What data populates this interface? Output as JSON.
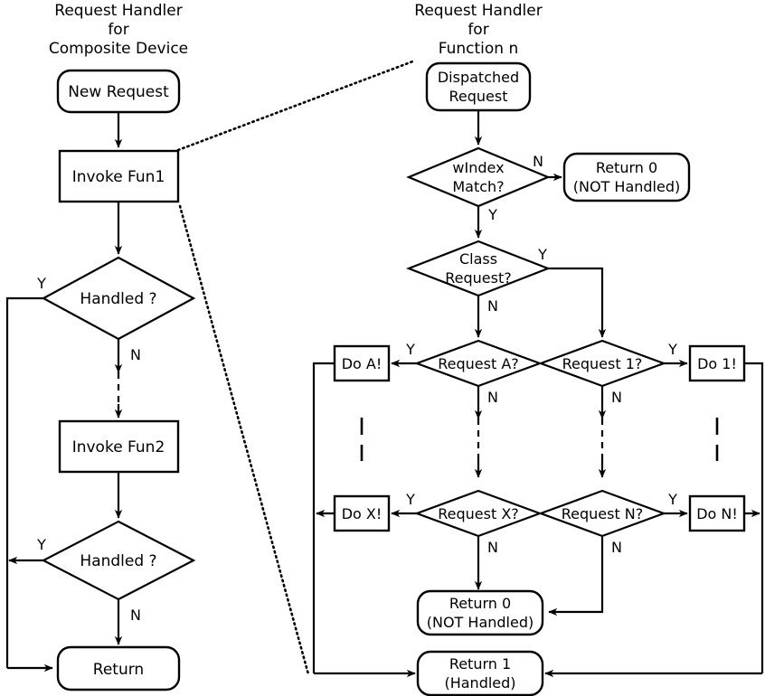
{
  "diagram": {
    "title_left": [
      "Request Handler",
      "for",
      "Composite Device"
    ],
    "title_right": [
      "Request Handler",
      "for",
      "Function n"
    ],
    "left_column": {
      "new_request": "New Request",
      "invoke_fun1": "Invoke Fun1",
      "handled_1": "Handled ?",
      "invoke_fun2": "Invoke Fun2",
      "handled_2": "Handled ?",
      "return": "Return",
      "labels": {
        "y1": "Y",
        "n1": "N",
        "y2": "Y",
        "n2": "N"
      }
    },
    "right_column": {
      "dispatched_request": [
        "Dispatched",
        "Request"
      ],
      "windex_match": [
        "wIndex",
        "Match?"
      ],
      "return0_top": [
        "Return 0",
        "(NOT Handled)"
      ],
      "class_request": [
        "Class",
        "Request?"
      ],
      "request_a": "Request A?",
      "request_1": "Request 1?",
      "request_x": "Request X?",
      "request_n": "Request N?",
      "do_a": "Do A!",
      "do_1": "Do 1!",
      "do_x": "Do X!",
      "do_n": "Do N!",
      "return0_bottom": [
        "Return 0",
        "(NOT Handled)"
      ],
      "return1": [
        "Return 1",
        "(Handled)"
      ],
      "labels": {
        "windex_n": "N",
        "windex_y": "Y",
        "class_y": "Y",
        "class_n": "N",
        "req_a_y": "Y",
        "req_a_n": "N",
        "req_1_y": "Y",
        "req_1_n": "N",
        "req_x_y": "Y",
        "req_x_n": "N",
        "req_n_y": "Y",
        "req_n_n": "N"
      }
    },
    "colors": {
      "stroke": "#000000",
      "fill": "#ffffff",
      "background": "#ffffff"
    }
  }
}
